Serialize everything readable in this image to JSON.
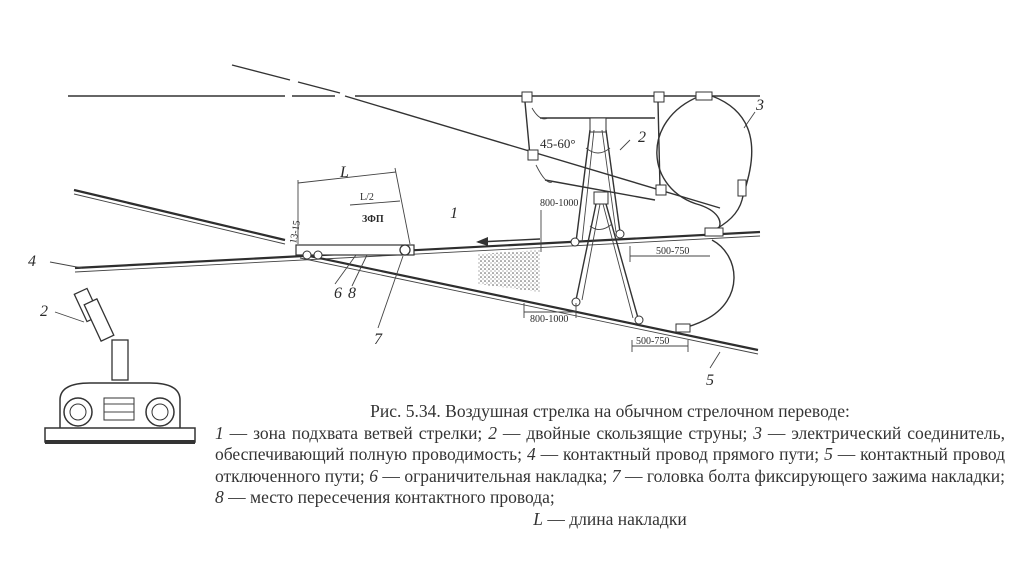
{
  "diagram": {
    "labels": {
      "n1": "1",
      "n2": "2",
      "n3": "3",
      "n4": "4",
      "n5": "5",
      "n6": "6",
      "n7": "7",
      "n8": "8",
      "n2_inset": "2",
      "L": "L",
      "L_half": "L/2",
      "zfp": "ЗФП"
    },
    "dimensions": {
      "angle": "45-60°",
      "d800_1000_top": "800-1000",
      "d800_1000_bottom": "800-1000",
      "d500_750_top": "500-750",
      "d500_750_bottom": "500-750",
      "d13_15": "13-15"
    }
  },
  "caption": {
    "title": "Рис. 5.34. Воздушная стрелка на обычном стрелочном переводе:",
    "items": [
      {
        "num": "1",
        "text": " — зона подхвата ветвей стрелки; "
      },
      {
        "num": "2",
        "text": " — двойные скользящие струны; "
      },
      {
        "num": "3",
        "text": " — электрический соединитель, обеспечивающий полную проводимость; "
      },
      {
        "num": "4",
        "text": " — контактный провод прямого пути; "
      },
      {
        "num": "5",
        "text": " — контактный провод отключенного пути; "
      },
      {
        "num": "6",
        "text": " — ограничительная накладка; "
      },
      {
        "num": "7",
        "text": " — головка болта фиксирующего зажима накладки; "
      },
      {
        "num": "8",
        "text": " — место пересечения контактного провода; "
      }
    ],
    "last": {
      "num": "L",
      "text": " — длина накладки"
    }
  }
}
